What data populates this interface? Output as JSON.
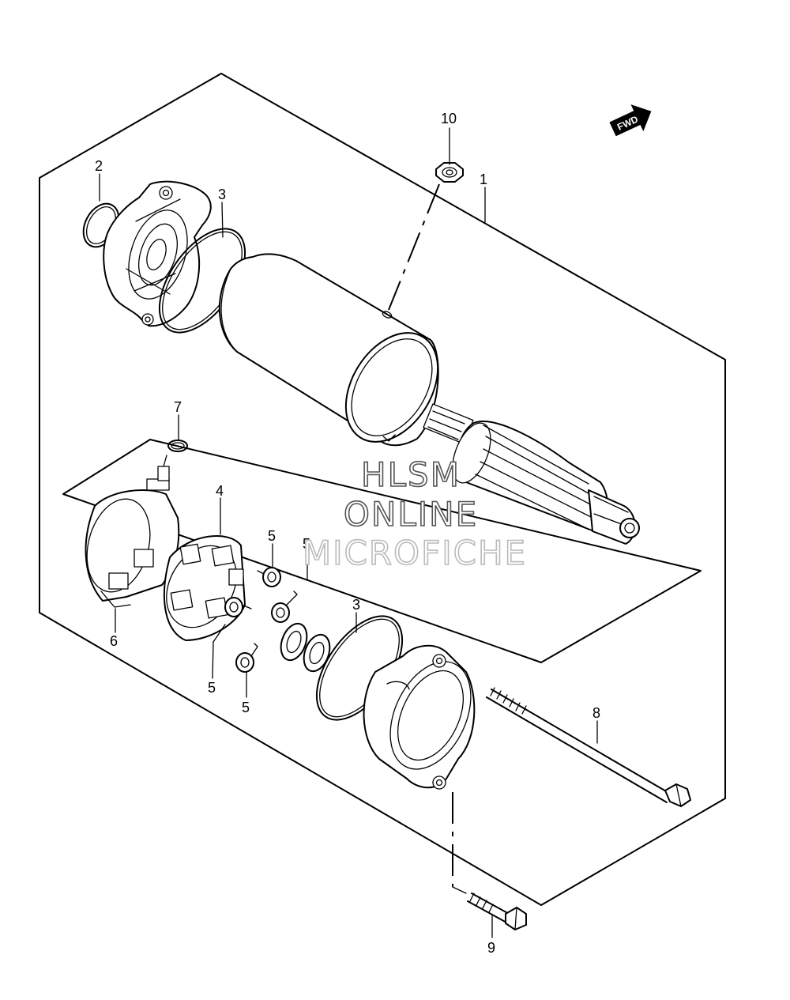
{
  "diagram": {
    "callouts": [
      {
        "id": "c1",
        "text": "1"
      },
      {
        "id": "c2",
        "text": "2"
      },
      {
        "id": "c3a",
        "text": "3"
      },
      {
        "id": "c3b",
        "text": "3"
      },
      {
        "id": "c4",
        "text": "4"
      },
      {
        "id": "c5a",
        "text": "5"
      },
      {
        "id": "c5b",
        "text": "5"
      },
      {
        "id": "c5c",
        "text": "5"
      },
      {
        "id": "c5d",
        "text": "5"
      },
      {
        "id": "c6",
        "text": "6"
      },
      {
        "id": "c7",
        "text": "7"
      },
      {
        "id": "c8",
        "text": "8"
      },
      {
        "id": "c9",
        "text": "9"
      },
      {
        "id": "c10",
        "text": "10"
      }
    ],
    "fwd_label": "FWD",
    "watermark": [
      "HLSM",
      "ONLINE",
      "MICROFICHE"
    ]
  },
  "colors": {
    "line": "#000000",
    "background": "#ffffff",
    "watermark_stroke": "#555555"
  }
}
